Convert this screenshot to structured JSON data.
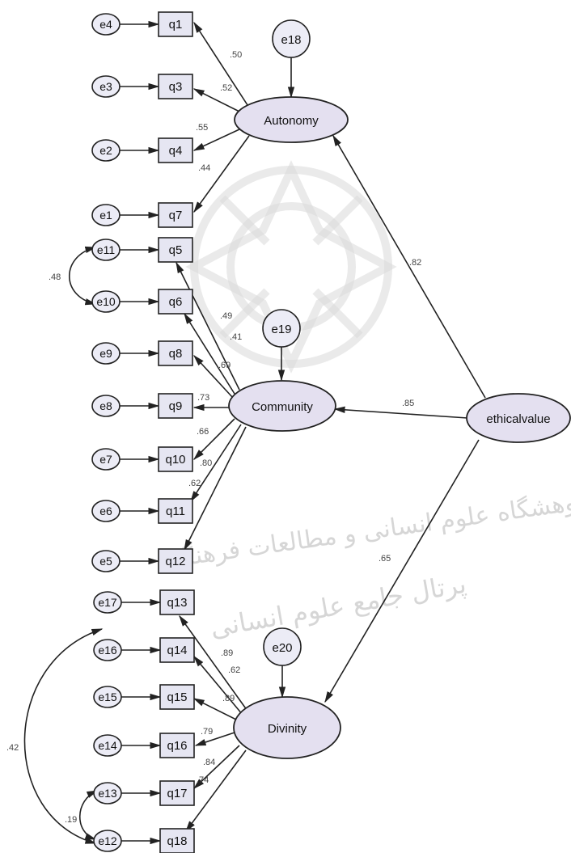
{
  "nodes": {
    "e1": "e1",
    "e2": "e2",
    "e3": "e3",
    "e4": "e4",
    "e5": "e5",
    "e6": "e6",
    "e7": "e7",
    "e8": "e8",
    "e9": "e9",
    "e10": "e10",
    "e11": "e11",
    "e12": "e12",
    "e13": "e13",
    "e14": "e14",
    "e15": "e15",
    "e16": "e16",
    "e17": "e17",
    "e18": "e18",
    "e19": "e19",
    "e20": "e20",
    "q1": "q1",
    "q3": "q3",
    "q4": "q4",
    "q7": "q7",
    "q5": "q5",
    "q6": "q6",
    "q8": "q8",
    "q9": "q9",
    "q10": "q10",
    "q11": "q11",
    "q12": "q12",
    "q13": "q13",
    "q14": "q14",
    "q15": "q15",
    "q16": "q16",
    "q17": "q17",
    "q18": "q18",
    "autonomy": "Autonomy",
    "community": "Community",
    "divinity": "Divinity",
    "ethicalvalue": "ethicalvalue"
  },
  "coefficients": {
    "auto_q1": ".50",
    "auto_q3": ".52",
    "auto_q4": ".55",
    "auto_q7": ".44",
    "cov_e11_e10": ".48",
    "com_q5": ".49",
    "com_q6": ".41",
    "com_q8": ".69",
    "com_q9": ".73",
    "com_q10": ".66",
    "com_q11": ".80",
    "com_q12": ".62",
    "ev_auto": ".82",
    "ev_com": ".85",
    "ev_div": ".65",
    "div_q13": ".89",
    "div_q14": ".62",
    "div_q15": ".89",
    "div_q16": ".79",
    "div_q17": ".84",
    "div_q18": ".74",
    "cov_e16_e12": ".42",
    "cov_e13_e12": ".19"
  },
  "watermark": {
    "line1": "پژوهشگاه علوم انسانی و مطالعات فرهنگی",
    "line2": "پرتال جامع علوم انسانی"
  }
}
